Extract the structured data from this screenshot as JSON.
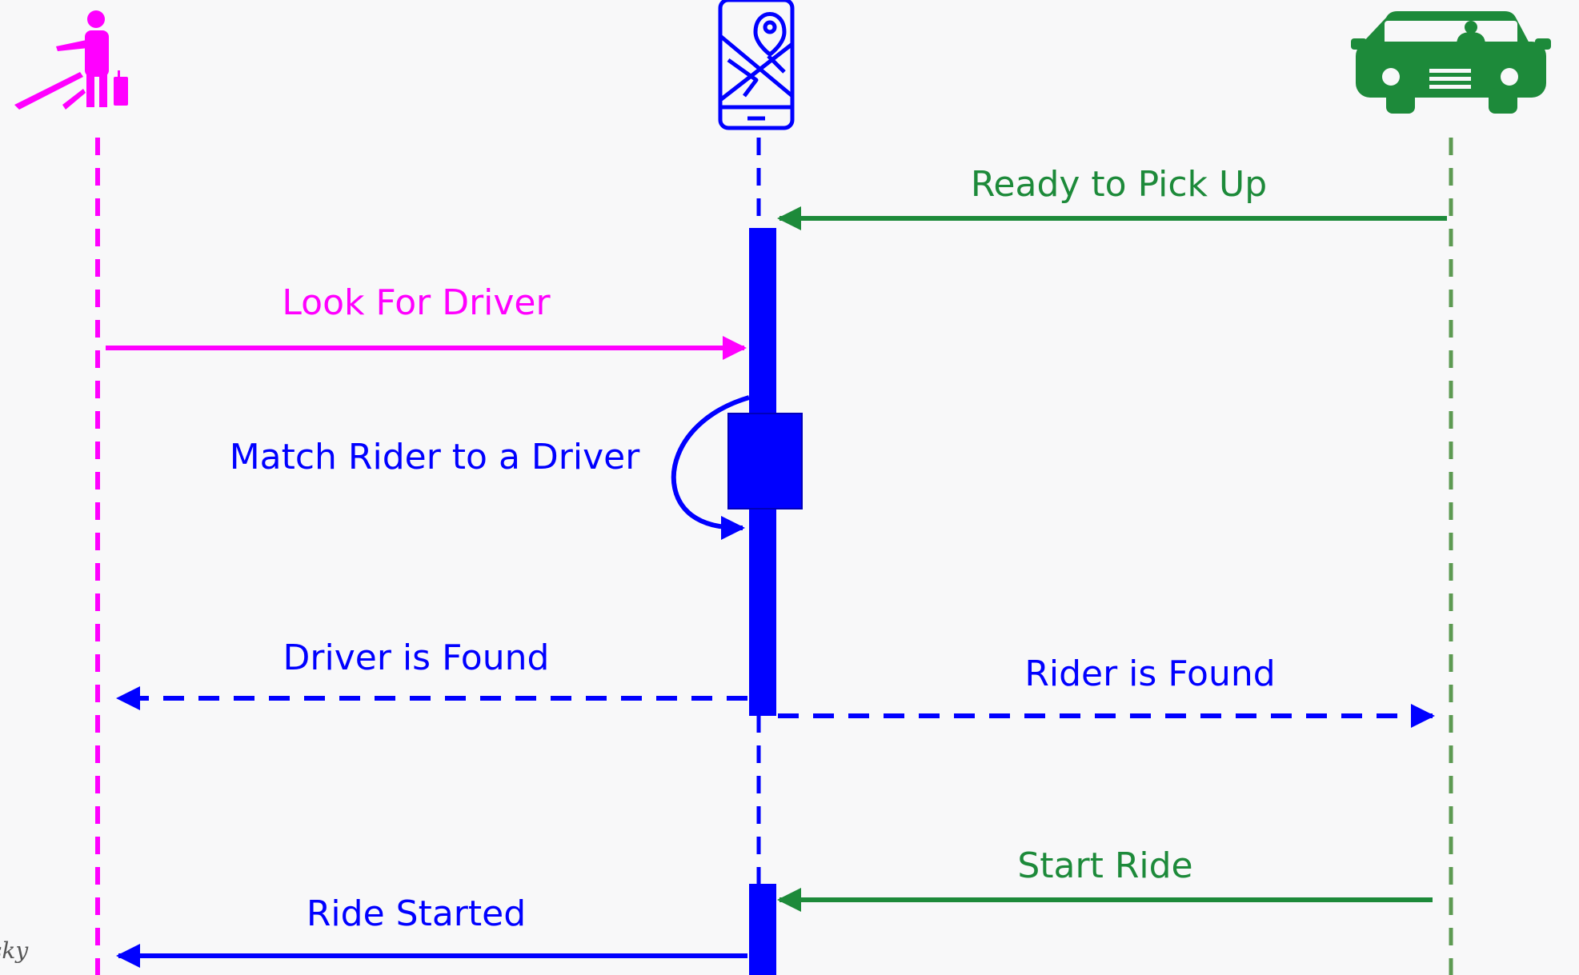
{
  "colors": {
    "background": "#f8f8f9",
    "rider": "#ff00ff",
    "system": "#0000ff",
    "driver": "#1d8a3a",
    "driver_lifeline": "#5d9a52"
  },
  "participants": [
    {
      "name": "rider",
      "icon": "traveler-with-luggage-icon"
    },
    {
      "name": "app",
      "icon": "phone-map-icon"
    },
    {
      "name": "driver",
      "icon": "car-driver-icon"
    }
  ],
  "messages": [
    {
      "id": "ready",
      "label": "Ready to Pick Up"
    },
    {
      "id": "look",
      "label": "Look For Driver"
    },
    {
      "id": "match",
      "label": "Match Rider to a Driver"
    },
    {
      "id": "driver_found",
      "label": "Driver is Found"
    },
    {
      "id": "rider_found",
      "label": "Rider is Found"
    },
    {
      "id": "start",
      "label": "Start Ride"
    },
    {
      "id": "started",
      "label": "Ride Started"
    }
  ],
  "credit": {
    "text": "sky"
  }
}
